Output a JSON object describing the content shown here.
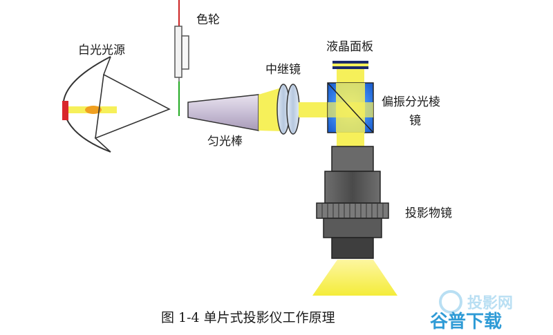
{
  "labels": {
    "white_light_source": "白光光源",
    "color_wheel": "色轮",
    "light_rod": "匀光棒",
    "relay_lens": "中继镜",
    "lcd_panel": "液晶面板",
    "polarizing_prism_line1": "偏振分光棱",
    "polarizing_prism_line2": "镜",
    "projection_lens": "投影物镜"
  },
  "caption": "图 1-4 单片式投影仪工作原理",
  "watermark": {
    "top": "投影网",
    "bottom": "谷普下载"
  },
  "colors": {
    "light_beam": "#f6f05a",
    "light_source_red": "#d9262a",
    "bulb_orange": "#f0a020",
    "wheel_red": "#cc2222",
    "wheel_green": "#22aa22",
    "prism_blue": "#1e6fe0",
    "lcd_navy": "#1c2a6a",
    "lens_gray": "#5a5a5a",
    "watermark_blue": "#2f9bd6"
  }
}
